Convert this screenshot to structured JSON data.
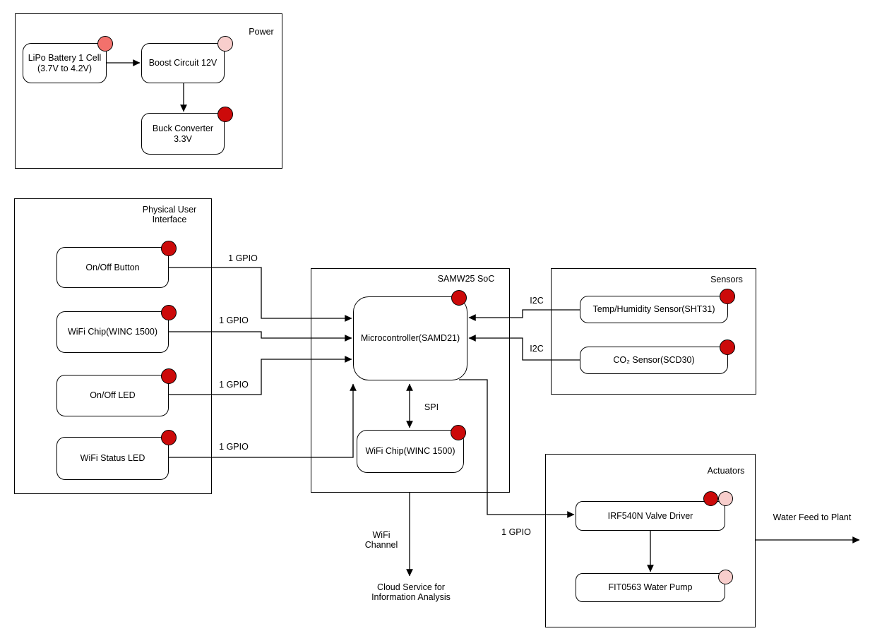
{
  "groups": {
    "power": {
      "label": "Power"
    },
    "pui": {
      "line1": "Physical User",
      "line2": "Interface"
    },
    "soc": {
      "label": "SAMW25 SoC"
    },
    "sensors": {
      "label": "Sensors"
    },
    "actuators": {
      "label": "Actuators"
    }
  },
  "nodes": {
    "lipo_battery": "LiPo Battery 1 Cell (3.7V to 4.2V)",
    "boost_circuit": "Boost Circuit 12V",
    "buck_converter": "Buck Converter 3.3V",
    "onoff_button": "On/Off Button",
    "pui_wifi_chip": "WiFi Chip(WINC 1500)",
    "onoff_led": "On/Off LED",
    "wifi_status_led": "WiFi Status LED",
    "microcontroller": "Microcontroller(SAMD21)",
    "soc_wifi_chip": "WiFi Chip(WINC 1500)",
    "temp_humidity_sensor": "Temp/Humidity Sensor(SHT31)",
    "co2_sensor": "CO₂ Sensor(SCD30)",
    "valve_driver": "IRF540N Valve Driver",
    "water_pump": "FIT0563 Water Pump"
  },
  "edge_labels": {
    "gpio_button": "1 GPIO",
    "gpio_wifi_chip": "1 GPIO",
    "gpio_onoff_led": "1 GPIO",
    "gpio_status_led": "1 GPIO",
    "gpio_valve": "1 GPIO",
    "i2c_temp": "I2C",
    "i2c_co2": "I2C",
    "spi": "SPI",
    "wifi_channel": {
      "line1": "WiFi",
      "line2": "Channel"
    },
    "cloud_service": {
      "line1": "Cloud Service for",
      "line2": "Information Analysis"
    },
    "water_feed": "Water Feed to Plant"
  },
  "colors": {
    "background": "#ffffff",
    "stroke": "#000000",
    "circle_red": "#cc0a0a",
    "circle_salmon": "#f3716c",
    "circle_pink": "#f8cecc"
  }
}
